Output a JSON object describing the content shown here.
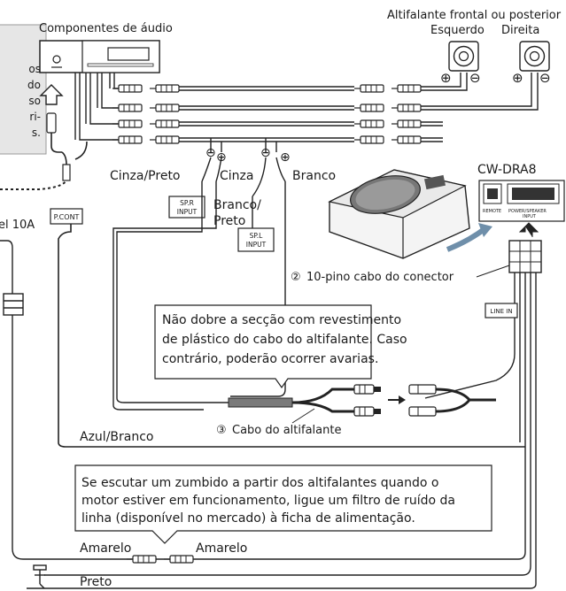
{
  "labels": {
    "audio_components": "Componentes de áudio",
    "speaker_title": "Altifalante frontal ou posterior",
    "left": "Esquerdo",
    "right": "Direita",
    "plus": "⊕",
    "minus": "⊖",
    "model": "CW-DRA8",
    "grey_black": "Cinza/Preto",
    "grey": "Cinza",
    "white": "Branco",
    "white_black_1": "Branco/",
    "white_black_2": "Preto",
    "spr_1": "SP.R",
    "spr_2": "INPUT",
    "spl_1": "SP.L",
    "spl_2": "INPUT",
    "pcont": "P.CONT",
    "fuse": "el 10A",
    "connector_num": "②",
    "connector_text": "10-pino cabo do conector",
    "line_in": "LINE IN",
    "remote": "REMOTE",
    "power_speaker_1": "POWER/SPEAKER",
    "power_speaker_2": "INPUT",
    "cable_num": "③",
    "cable_text": "Cabo do altifalante",
    "blue_white": "Azul/Branco",
    "yellow_left": "Amarelo",
    "yellow_right": "Amarelo",
    "black": "Preto"
  },
  "notes": {
    "bend_warning": [
      "Não dobre a secção com revestimento",
      "de plástico do cabo do altifalante. Caso",
      "contrário, poderão ocorrer avarias."
    ],
    "noise_tip": [
      "Se escutar um zumbido a partir dos altifalantes quando o",
      "motor estiver em funcionamento, ligue um filtro de ruído da",
      "linha (disponível no mercado) à ficha de alimentação."
    ],
    "cutoff_box": [
      "os",
      "do",
      "so",
      "ri-",
      "s."
    ]
  }
}
